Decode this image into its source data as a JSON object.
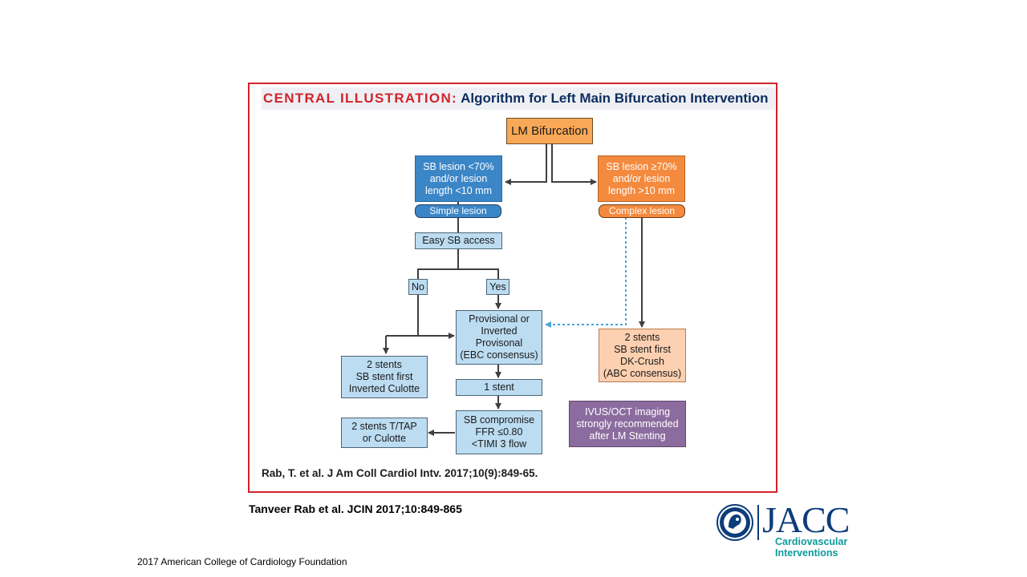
{
  "illustration": {
    "label": "CENTRAL ILLUSTRATION:",
    "title": "Algorithm for Left Main Bifurcation Intervention",
    "citation": "Rab, T. et al. J Am Coll Cardiol Intv. 2017;10(9):849-65."
  },
  "nodes": {
    "lm_bifurcation": "LM Bifurcation",
    "sb_simple": [
      "SB lesion <70%",
      "and/or lesion",
      "length <10 mm"
    ],
    "sb_complex": [
      "SB lesion ≥70%",
      "and/or lesion",
      "length >10 mm"
    ],
    "simple_lesion": "Simple lesion",
    "complex_lesion": "Complex lesion",
    "easy_sb_access": "Easy SB access",
    "no": "No",
    "yes": "Yes",
    "provisional": [
      "Provisional or",
      "Inverted",
      "Provisonal",
      "(EBC consensus)"
    ],
    "two_stents_dk": [
      "2 stents",
      "SB stent first",
      "DK-Crush",
      "(ABC consensus)"
    ],
    "two_stents_culotte": [
      "2 stents",
      "SB stent first",
      "Inverted Culotte"
    ],
    "one_stent": "1 stent",
    "sb_compromise": [
      "SB compromise",
      "FFR ≤0.80",
      "<TIMI 3 flow"
    ],
    "two_stents_tap": [
      "2 stents T/TAP",
      "or Culotte"
    ],
    "imaging": [
      "IVUS/OCT imaging",
      "strongly recommended",
      "after LM Stenting"
    ]
  },
  "colors": {
    "frame_red": "#d2232a",
    "title_navy": "#0d2d5e",
    "blue_dark": "#3b86c7",
    "blue_light": "#bcdcf1",
    "orange_dark": "#f48a3e",
    "orange_light": "#fcd0b0",
    "orange_top": "#f9a857",
    "purple": "#8c6c9e",
    "arrow": "#3f3f3f",
    "dotted_arrow": "#4aa3dc"
  },
  "slide": {
    "reference": "Tanveer Rab et al. JCIN 2017;10:849-865",
    "copyright": "2017 American College of Cardiology Foundation"
  },
  "logo": {
    "name": "JACC",
    "subtitle_line1": "Cardiovascular",
    "subtitle_line2": "Interventions"
  }
}
